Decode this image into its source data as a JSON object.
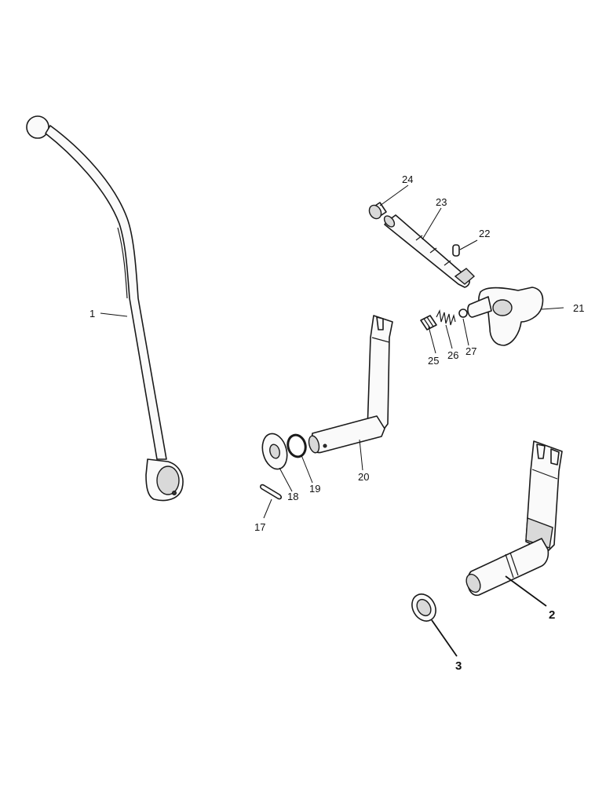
{
  "callouts": [
    {
      "id": "1",
      "text": "1"
    },
    {
      "id": "2",
      "text": "2"
    },
    {
      "id": "3",
      "text": "3"
    },
    {
      "id": "17",
      "text": "17"
    },
    {
      "id": "18",
      "text": "18"
    },
    {
      "id": "19",
      "text": "19"
    },
    {
      "id": "20",
      "text": "20"
    },
    {
      "id": "21",
      "text": "21"
    },
    {
      "id": "22",
      "text": "22"
    },
    {
      "id": "23",
      "text": "23"
    },
    {
      "id": "24",
      "text": "24"
    },
    {
      "id": "25",
      "text": "25"
    },
    {
      "id": "26",
      "text": "26"
    },
    {
      "id": "27",
      "text": "27"
    }
  ]
}
